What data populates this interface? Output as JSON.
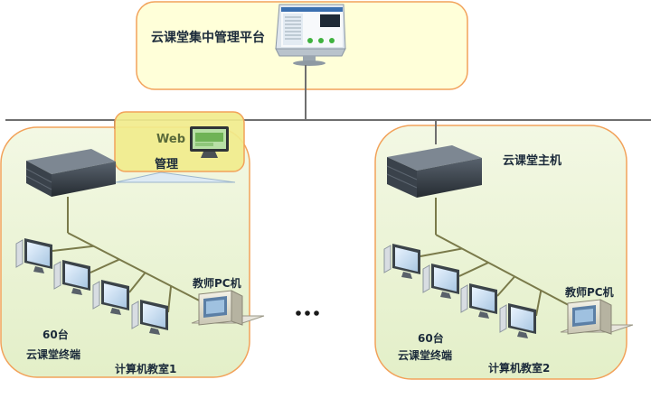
{
  "platform": {
    "label": "云课堂集中管理平台"
  },
  "web": {
    "line1": "Web",
    "line2": "管理"
  },
  "host_label": "云课堂主机",
  "room1": {
    "teacher": "教师PC机",
    "count": "60台",
    "terminals": "云课堂终端",
    "name": "计算机教室1"
  },
  "room2": {
    "teacher": "教师PC机",
    "count": "60台",
    "terminals": "云课堂终端",
    "name": "计算机教室2"
  },
  "ellipsis": "•••",
  "colors": {
    "box_fill": "#ffffd9",
    "box_stroke": "#f2a25a",
    "room_fill": "#edf5d9",
    "web_fill": "#f1eb8c",
    "line": "#7a7a4a",
    "backbone": "#6f6f6f"
  }
}
